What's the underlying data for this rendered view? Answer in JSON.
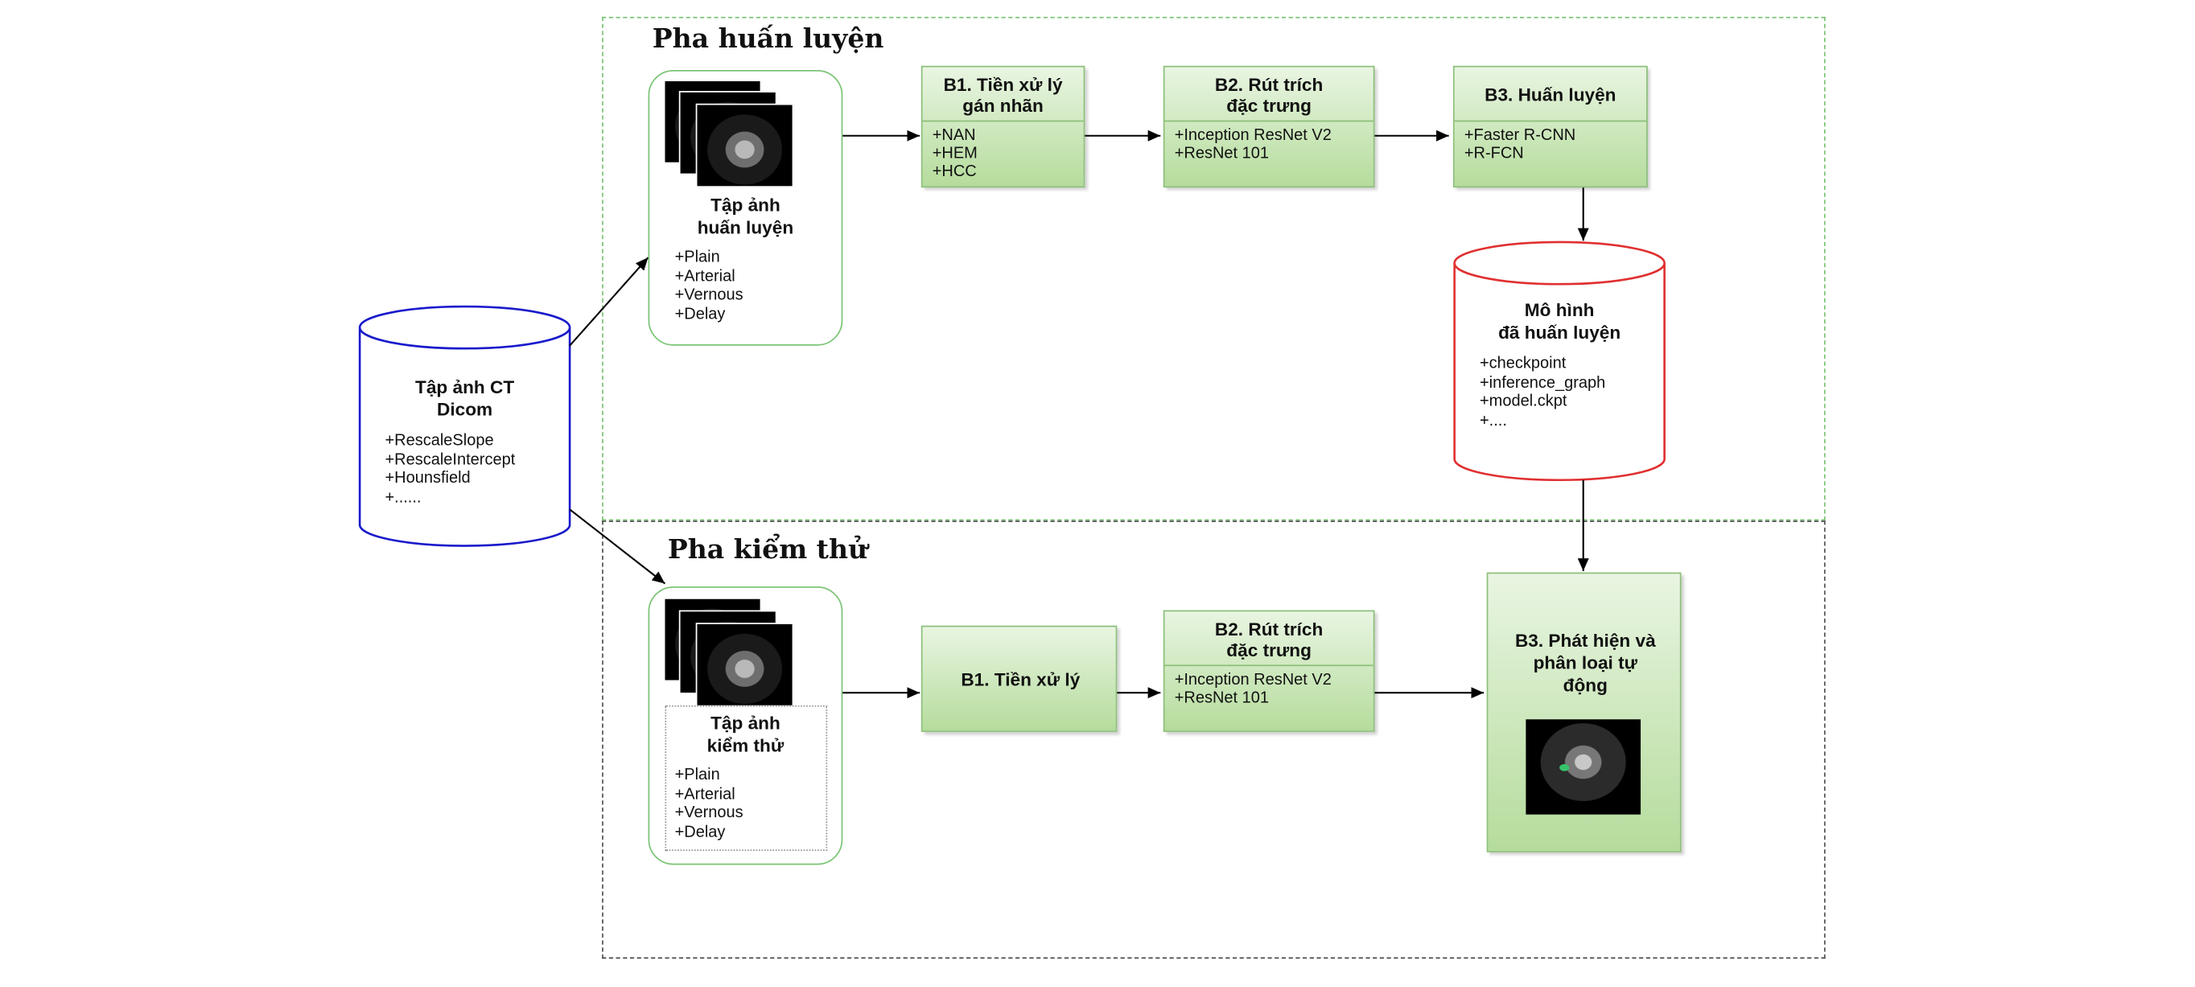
{
  "colors": {
    "green_border": "#7cc576",
    "red_border": "#e03030",
    "blue_border": "#1a1acc",
    "box_fill_top": "#e9f5e2",
    "box_fill_bottom": "#b5dc9c"
  },
  "phases": {
    "train_title": "Pha huấn luyện",
    "test_title": "Pha kiểm thử"
  },
  "ct_db": {
    "title_line1": "Tập ảnh CT",
    "title_line2": "Dicom",
    "items": [
      "+RescaleSlope",
      "+RescaleIntercept",
      "+Hounsfield",
      "+......"
    ]
  },
  "train_set": {
    "title_line1": "Tập ảnh",
    "title_line2": "huấn luyện",
    "items": [
      "+Plain",
      "+Arterial",
      "+Vernous",
      "+Delay"
    ]
  },
  "test_set": {
    "title_line1": "Tập ảnh",
    "title_line2": "kiểm thử",
    "items": [
      "+Plain",
      "+Arterial",
      "+Vernous",
      "+Delay"
    ]
  },
  "train_steps": {
    "b1": {
      "title_line1": "B1. Tiền xử lý",
      "title_line2": "gán nhãn",
      "items": [
        "+NAN",
        "+HEM",
        "+HCC"
      ]
    },
    "b2": {
      "title_line1": "B2. Rút trích",
      "title_line2": "đặc trưng",
      "items": [
        "+Inception ResNet V2",
        "+ResNet 101"
      ]
    },
    "b3": {
      "title": "B3. Huấn luyện",
      "items": [
        "+Faster R-CNN",
        "+R-FCN"
      ]
    }
  },
  "model_db": {
    "title_line1": "Mô hình",
    "title_line2": "đã huấn luyện",
    "items": [
      "+checkpoint",
      "+inference_graph",
      "+model.ckpt",
      "+...."
    ]
  },
  "test_steps": {
    "b1": {
      "title": "B1. Tiền xử lý"
    },
    "b2": {
      "title_line1": "B2. Rút trích",
      "title_line2": "đặc trưng",
      "items": [
        "+Inception ResNet V2",
        "+ResNet 101"
      ]
    },
    "b3": {
      "title_line1": "B3. Phát hiện và",
      "title_line2": "phân loại tự",
      "title_line3": "động"
    }
  }
}
